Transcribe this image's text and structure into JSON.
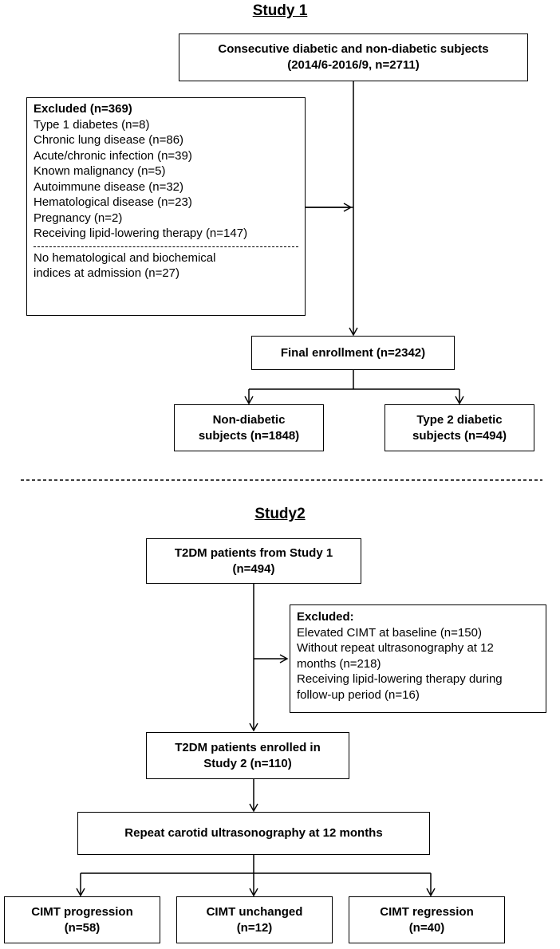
{
  "study1": {
    "title": "Study 1",
    "start_box": {
      "line1": "Consecutive diabetic and non-diabetic subjects",
      "line2": "(2014/6-2016/9, n=2711)"
    },
    "excluded": {
      "header": "Excluded (n=369)",
      "items": [
        "Type 1 diabetes (n=8)",
        "Chronic lung disease (n=86)",
        "Acute/chronic infection (n=39)",
        "Known malignancy (n=5)",
        "Autoimmune disease (n=32)",
        "Hematological disease (n=23)",
        "Pregnancy (n=2)",
        "Receiving lipid-lowering therapy (n=147)"
      ],
      "after_line": [
        "No hematological and biochemical",
        "indices at admission (n=27)"
      ]
    },
    "final_box": "Final enrollment (n=2342)",
    "non_diabetic": {
      "line1": "Non-diabetic",
      "line2": "subjects (n=1848)"
    },
    "diabetic": {
      "line1": "Type 2 diabetic",
      "line2": "subjects (n=494)"
    }
  },
  "study2": {
    "title": "Study2",
    "start_box": {
      "line1": "T2DM patients from Study 1",
      "line2": "(n=494)"
    },
    "excluded": {
      "header": "Excluded:",
      "items": [
        "Elevated CIMT at baseline (n=150)",
        "Without repeat ultrasonography at 12",
        "months (n=218)",
        "Receiving lipid-lowering therapy during",
        "follow-up period (n=16)"
      ]
    },
    "enrolled_box": {
      "line1": "T2DM patients enrolled in",
      "line2": "Study 2 (n=110)"
    },
    "repeat_box": "Repeat carotid ultrasonography at 12 months",
    "progression": {
      "line1": "CIMT progression",
      "line2": "(n=58)"
    },
    "unchanged": {
      "line1": "CIMT unchanged",
      "line2": "(n=12)"
    },
    "regression": {
      "line1": "CIMT regression",
      "line2": "(n=40)"
    }
  }
}
